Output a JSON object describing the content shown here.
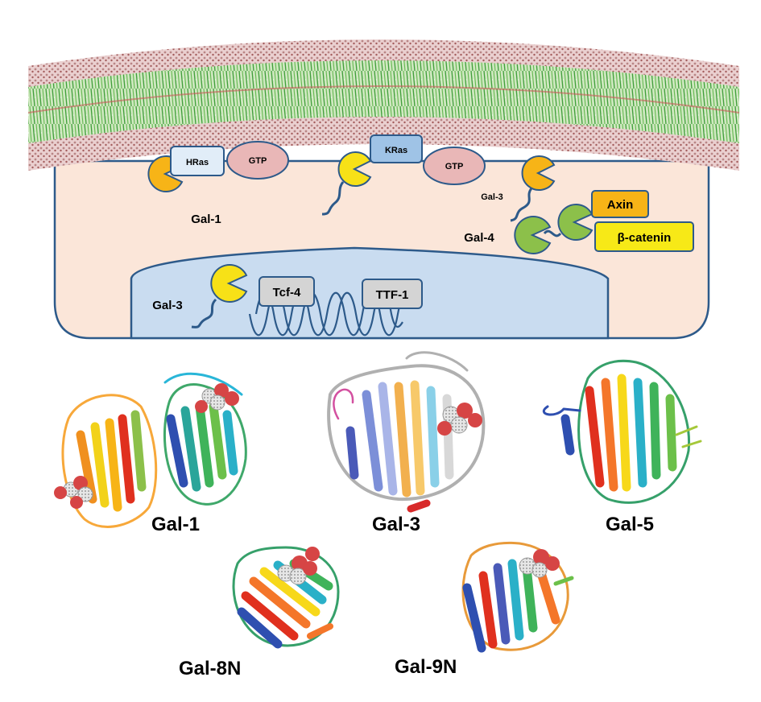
{
  "membrane_labels": {
    "hras": "HRas",
    "kras": "KRas",
    "gtp_1": "GTP",
    "gtp_2": "GTP",
    "gal1": "Gal-1",
    "gal3_cyto": "Gal-3",
    "gal4": "Gal-4",
    "axin": "Axin",
    "beta_catenin": "β-catenin",
    "gal3_nuclear": "Gal-3",
    "tcf4": "Tcf-4",
    "ttf1": "TTF-1"
  },
  "structure_labels": {
    "gal1": "Gal-1",
    "gal3": "Gal-3",
    "gal5": "Gal-5",
    "gal8n": "Gal-8N",
    "gal9n": "Gal-9N"
  },
  "colors": {
    "cytoplasm": "#fbe6d9",
    "nucleus": "#c9dcf0",
    "outline": "#2d5a8a",
    "galectin_orange": "#f7b417",
    "galectin_yellow": "#f7e117",
    "galectin_green": "#8cc04a",
    "hras_box": "#e1edf8",
    "kras_box": "#9fc3e6",
    "gtp": "#e9b7b7",
    "axin_box": "#f7b417",
    "catenin_box": "#f7e917",
    "tf_box": "#d4d4d4"
  }
}
